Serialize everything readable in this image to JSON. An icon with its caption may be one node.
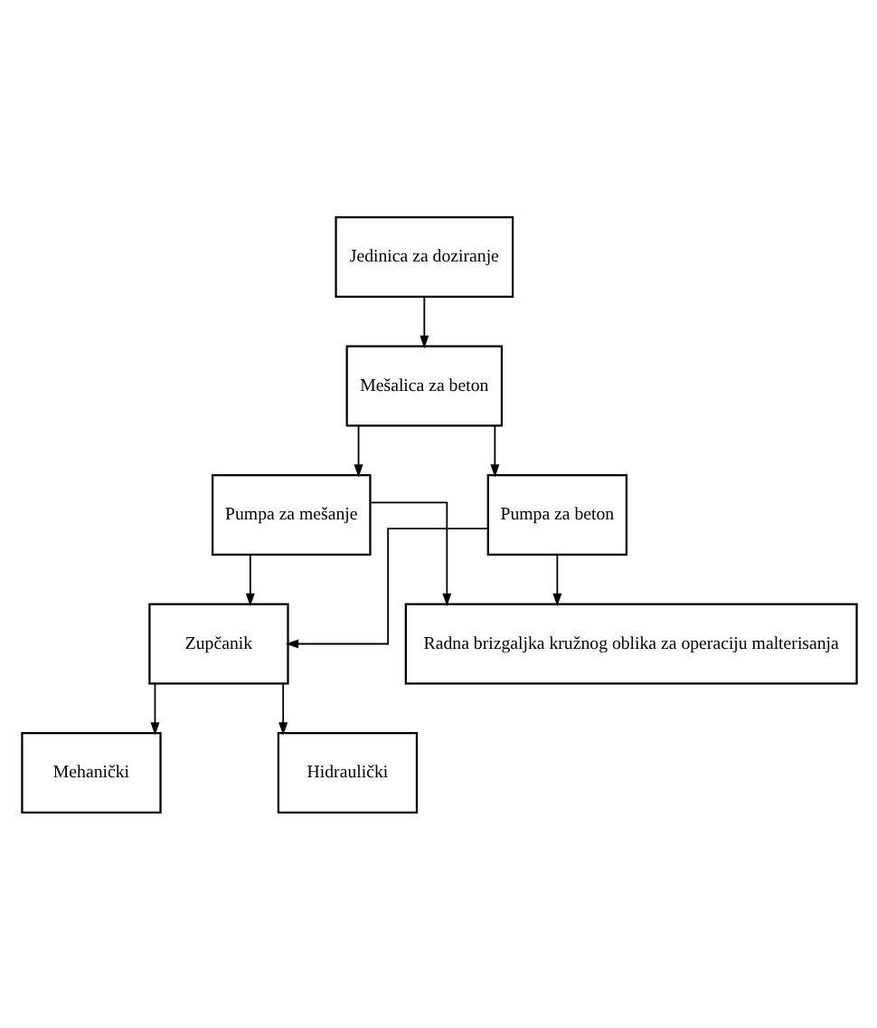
{
  "diagram": {
    "nodes": [
      {
        "text": [
          "Jedinica za doziranje"
        ]
      },
      {
        "text": [
          "Mešalica za beton"
        ]
      },
      {
        "text": [
          "Pumpa za mešanje"
        ]
      },
      {
        "text": [
          "Pumpa za beton"
        ]
      },
      {
        "text": [
          "Zupčanik"
        ]
      },
      {
        "text": [
          "Mehanički"
        ]
      },
      {
        "text": [
          "Hidraulički"
        ]
      },
      {
        "text": [
          "Radna brizgaljka kružnog oblika za operaciju malterisanja"
        ]
      }
    ],
    "edges": [
      {
        "from": 0,
        "to": 1,
        "arrow": "to"
      },
      {
        "from": 1,
        "to": 2,
        "arrow": "to"
      },
      {
        "from": 1,
        "to": 3,
        "arrow": "to"
      },
      {
        "from": 2,
        "to": 4,
        "arrow": "to"
      },
      {
        "from": 3,
        "to": 4,
        "arrow": "to"
      },
      {
        "from": 4,
        "to": 5,
        "arrow": "to"
      },
      {
        "from": 4,
        "to": 6,
        "arrow": "to"
      },
      {
        "from": 2,
        "to": 7,
        "arrow": "to"
      },
      {
        "from": 3,
        "to": 7,
        "arrow": "to"
      }
    ]
  }
}
